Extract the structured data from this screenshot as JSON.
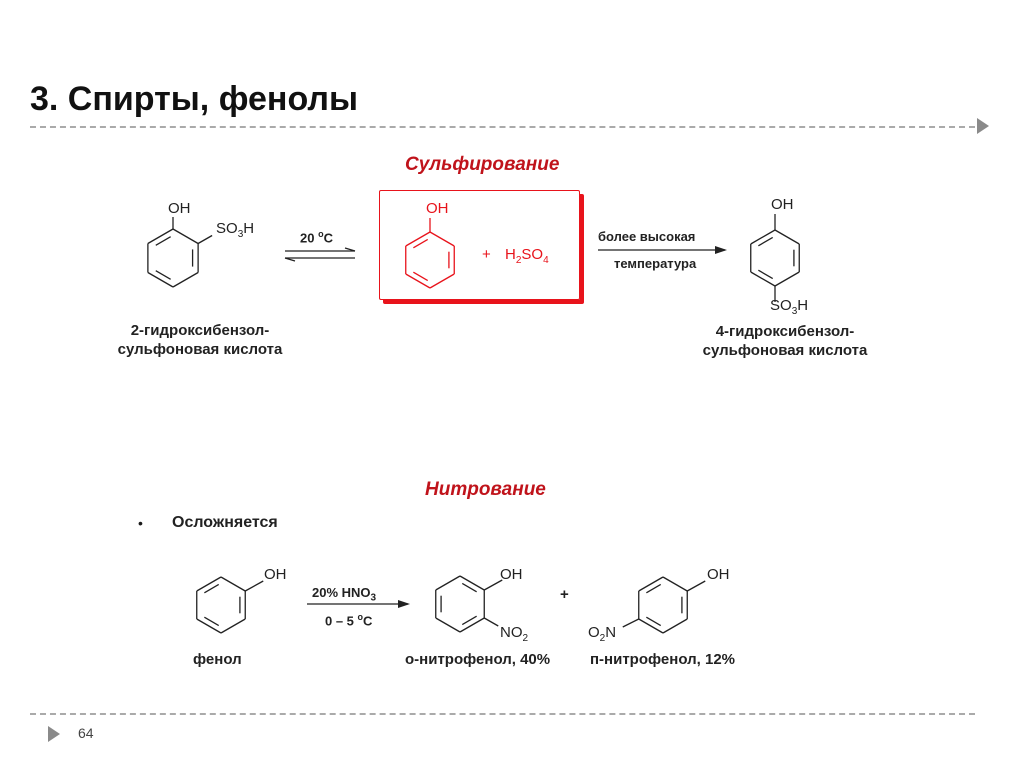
{
  "title": "3. Спирты, фенолы",
  "page_number": "64",
  "sulfonation": {
    "heading": "Сульфирование",
    "left_product": {
      "oh": "OH",
      "so3h": "SO",
      "so3h_sub": "3",
      "so3h_h": "H",
      "name_line1": "2-гидроксибензол-",
      "name_line2": "сульфоновая кислота"
    },
    "condition_left": "20 ",
    "condition_left_sup": "o",
    "condition_left_unit": "C",
    "reactants": {
      "oh": "OH",
      "plus": "+",
      "acid": "H",
      "acid_sub1": "2",
      "acid_mid": "SO",
      "acid_sub2": "4"
    },
    "condition_right_line1": "более высокая",
    "condition_right_line2": "температура",
    "right_product": {
      "oh": "OH",
      "so3h": "SO",
      "so3h_sub": "3",
      "so3h_h": "H",
      "name_line1": "4-гидроксибензол-",
      "name_line2": "сульфоновая кислота"
    }
  },
  "nitration": {
    "heading": "Нитрование",
    "bullet": "Осложняется",
    "phenol": {
      "oh": "OH",
      "name": "фенол"
    },
    "condition_line1": "20% HNO",
    "condition_line1_sub": "3",
    "condition_line2": "0 – 5 ",
    "condition_line2_sup": "o",
    "condition_line2_unit": "C",
    "ortho": {
      "oh": "OH",
      "no2": "NO",
      "no2_sub": "2",
      "name": "о-нитрофенол, 40%"
    },
    "plus": "+",
    "para": {
      "oh": "OH",
      "o2n": "O",
      "o2n_sub": "2",
      "o2n_n": "N",
      "name": "п-нитрофенол, 12%"
    }
  }
}
